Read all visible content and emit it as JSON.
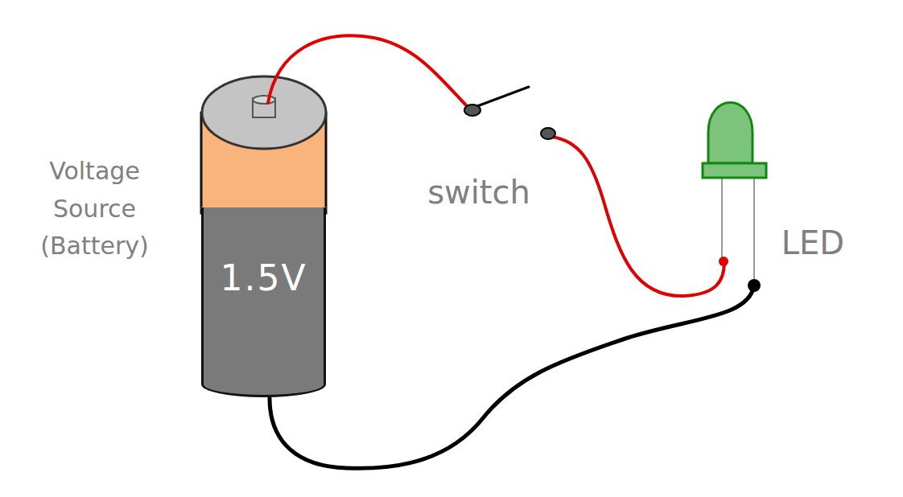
{
  "diagram": {
    "nodes": [
      {
        "text": [
          "1.5V"
        ]
      }
    ],
    "labels": [
      "Voltage Source (Battery)",
      "switch",
      "LED"
    ]
  }
}
